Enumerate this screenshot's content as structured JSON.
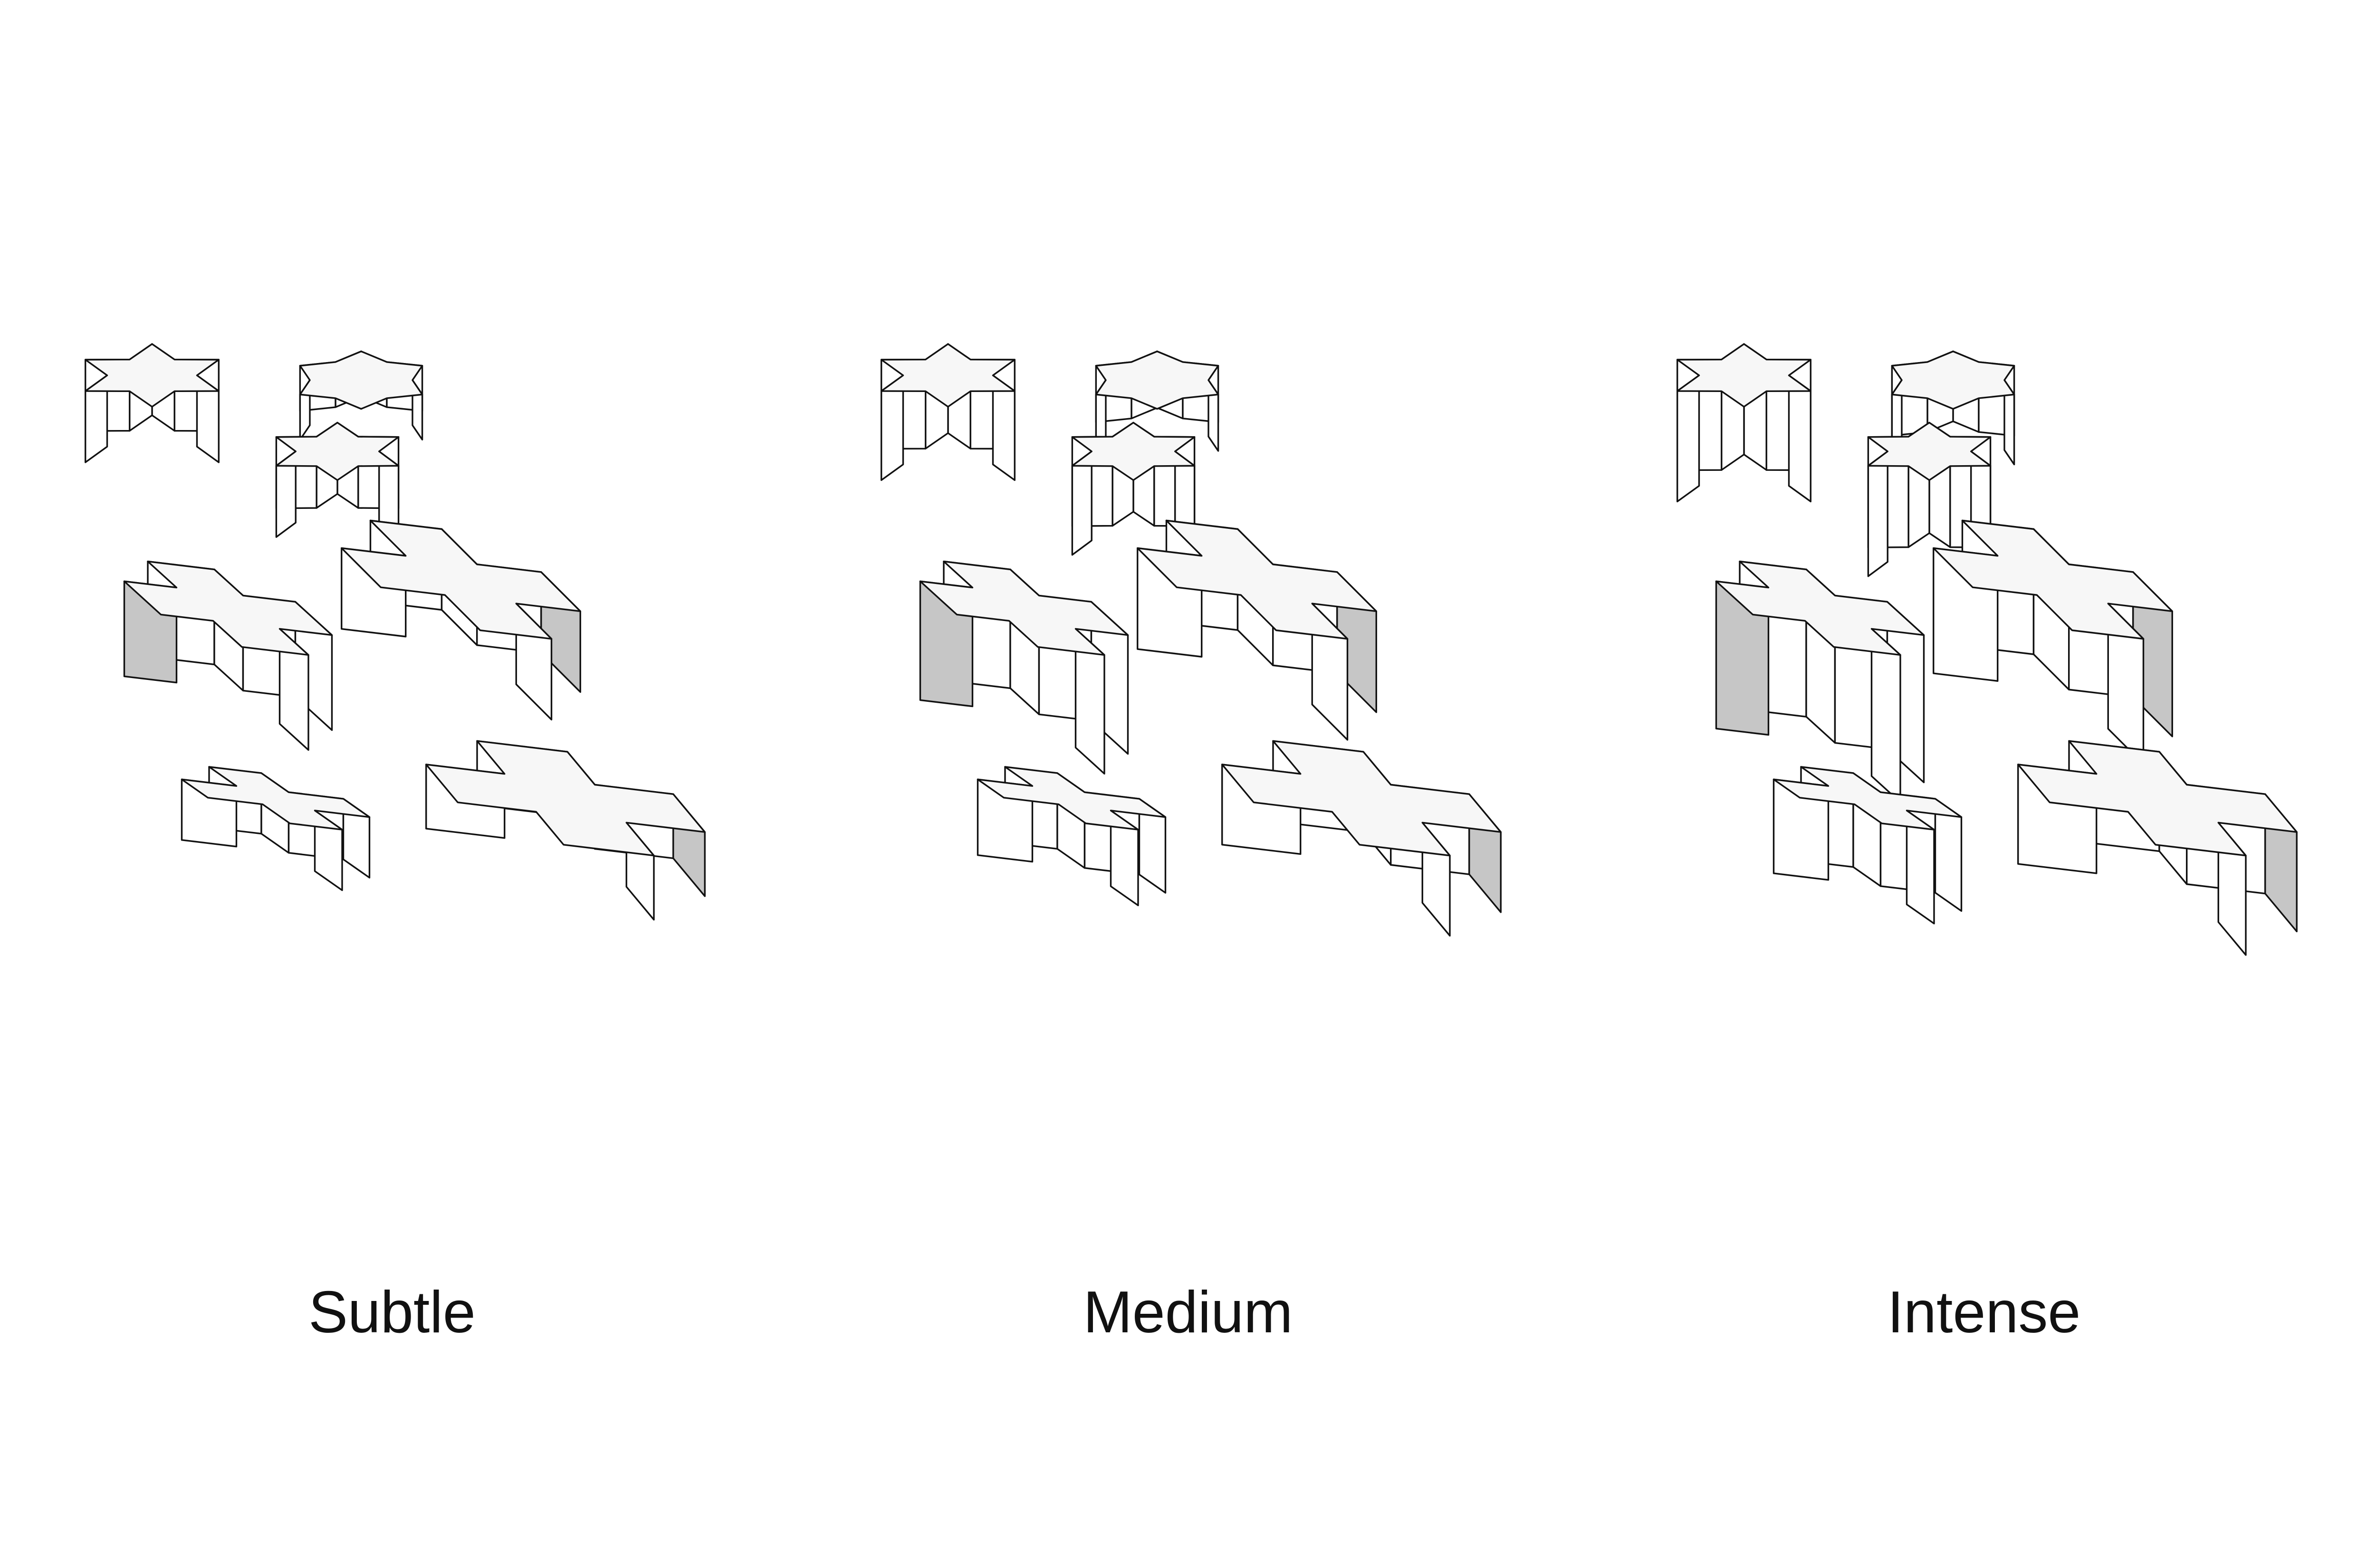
{
  "panels": [
    {
      "label": "Subtle",
      "variant": "subtle"
    },
    {
      "label": "Medium",
      "variant": "medium"
    },
    {
      "label": "Intense",
      "variant": "intense"
    }
  ],
  "colors": {
    "line": "#111111",
    "top_face": "#f7f7f7",
    "front_face": "#ffffff",
    "shadow_face": "#c6c6c6",
    "background": "#ffffff"
  }
}
